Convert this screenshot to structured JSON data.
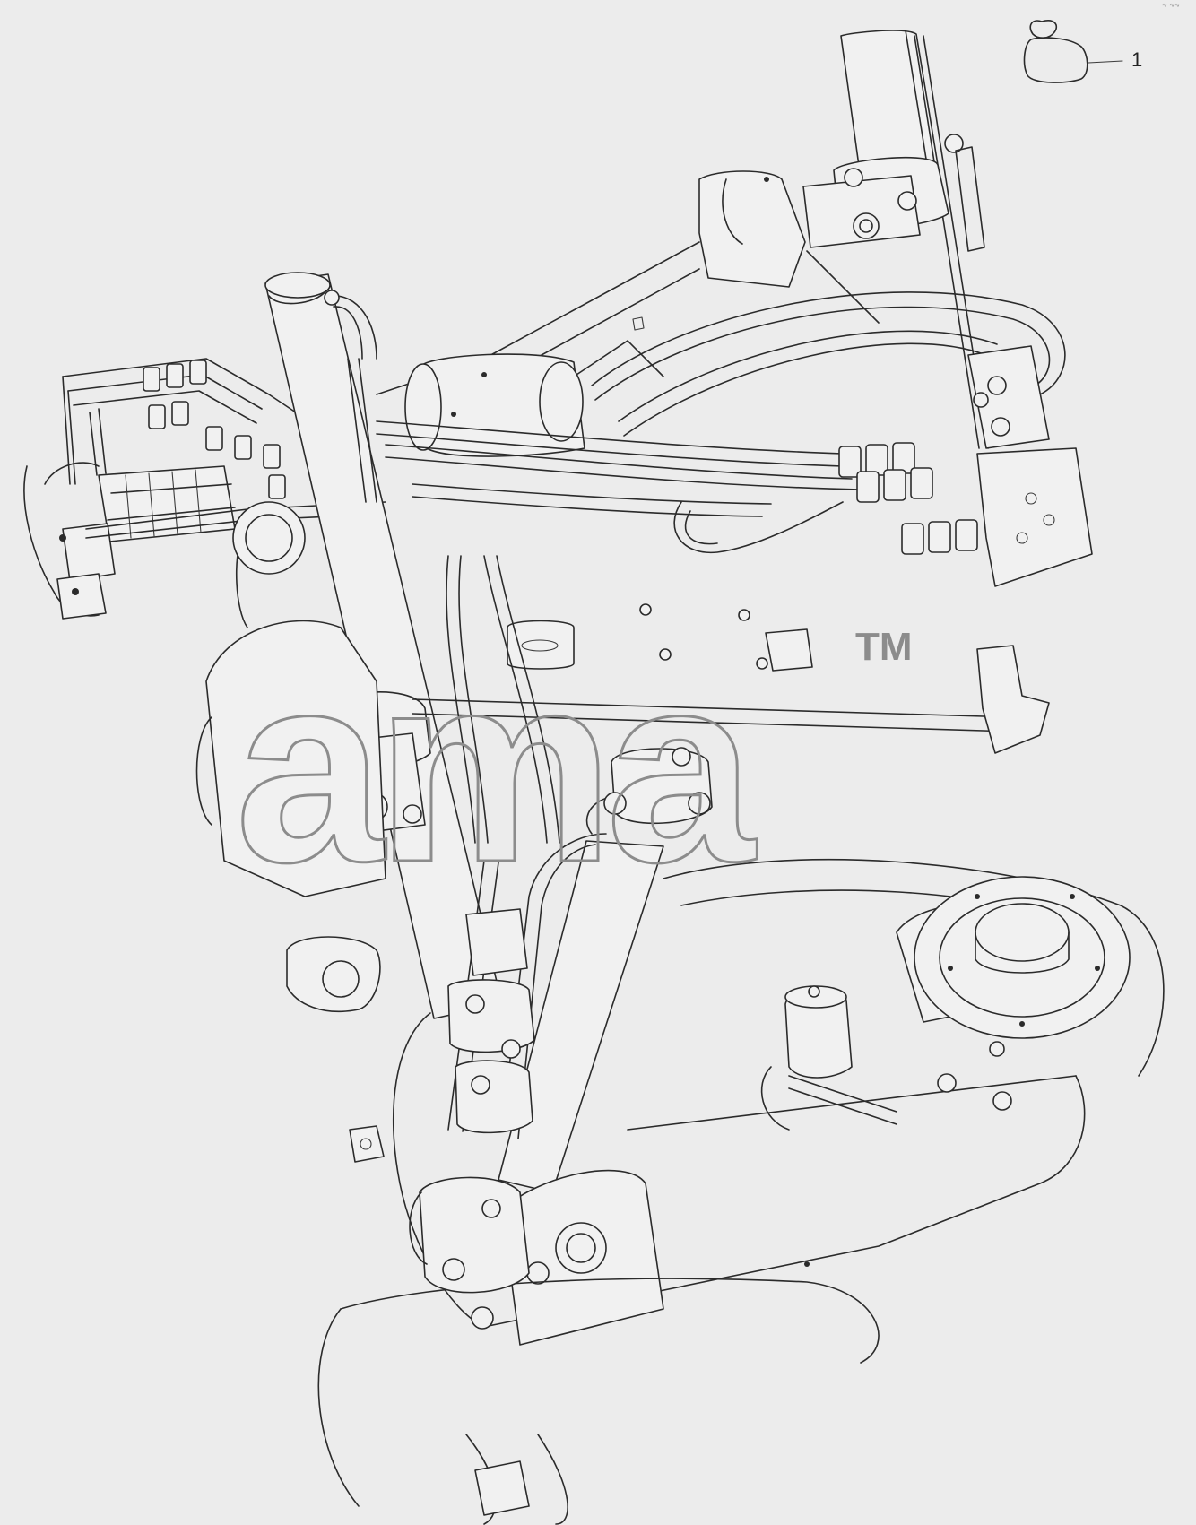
{
  "figure": {
    "callouts": [
      {
        "id": "part-1",
        "label": "1"
      }
    ],
    "corner_mark": "∿ ∿∿"
  },
  "watermark": {
    "text": "ama",
    "trademark": "TM"
  },
  "colors": {
    "background": "#ececec",
    "line": "#2b2b2b",
    "watermark": "#8c8c8c"
  }
}
